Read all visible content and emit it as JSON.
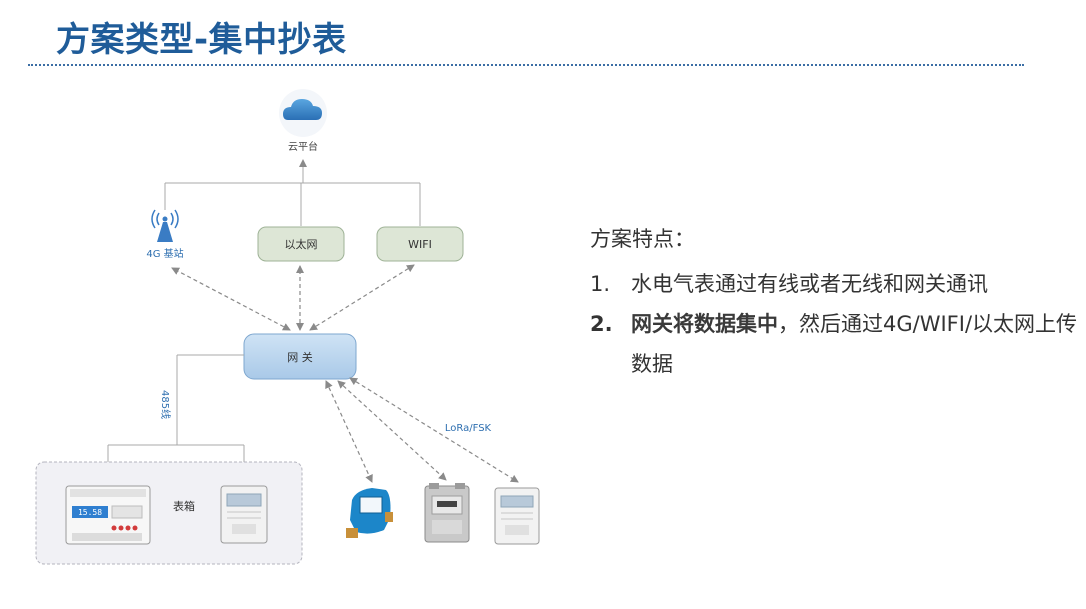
{
  "title": "方案类型-集中抄表",
  "diagram": {
    "cloud_label": "云平台",
    "base_station_label": "4G 基站",
    "ethernet_label": "以太网",
    "wifi_label": "WIFI",
    "gateway_label": "网 关",
    "rs485_label": "485线",
    "lora_label": "LoRa/FSK",
    "meter_box_label": "表箱",
    "meter_box_meter_readout": "15.58"
  },
  "features": {
    "heading": "方案特点：",
    "items": [
      {
        "num": "1.",
        "bold": "",
        "text": "水电气表通过有线或者无线和网关通讯"
      },
      {
        "num": "2.",
        "bold": "网关将数据集中",
        "text": "，然后通过4G/WIFI/以太网上传数据"
      }
    ]
  },
  "colors": {
    "title": "#1f5c99",
    "gateway_fill": "#bcd7ef",
    "network_box_fill": "#dde6d6",
    "meter_box_fill": "#f1f1f5",
    "line": "#9a9a9a",
    "label_blue": "#2e6fb0"
  }
}
